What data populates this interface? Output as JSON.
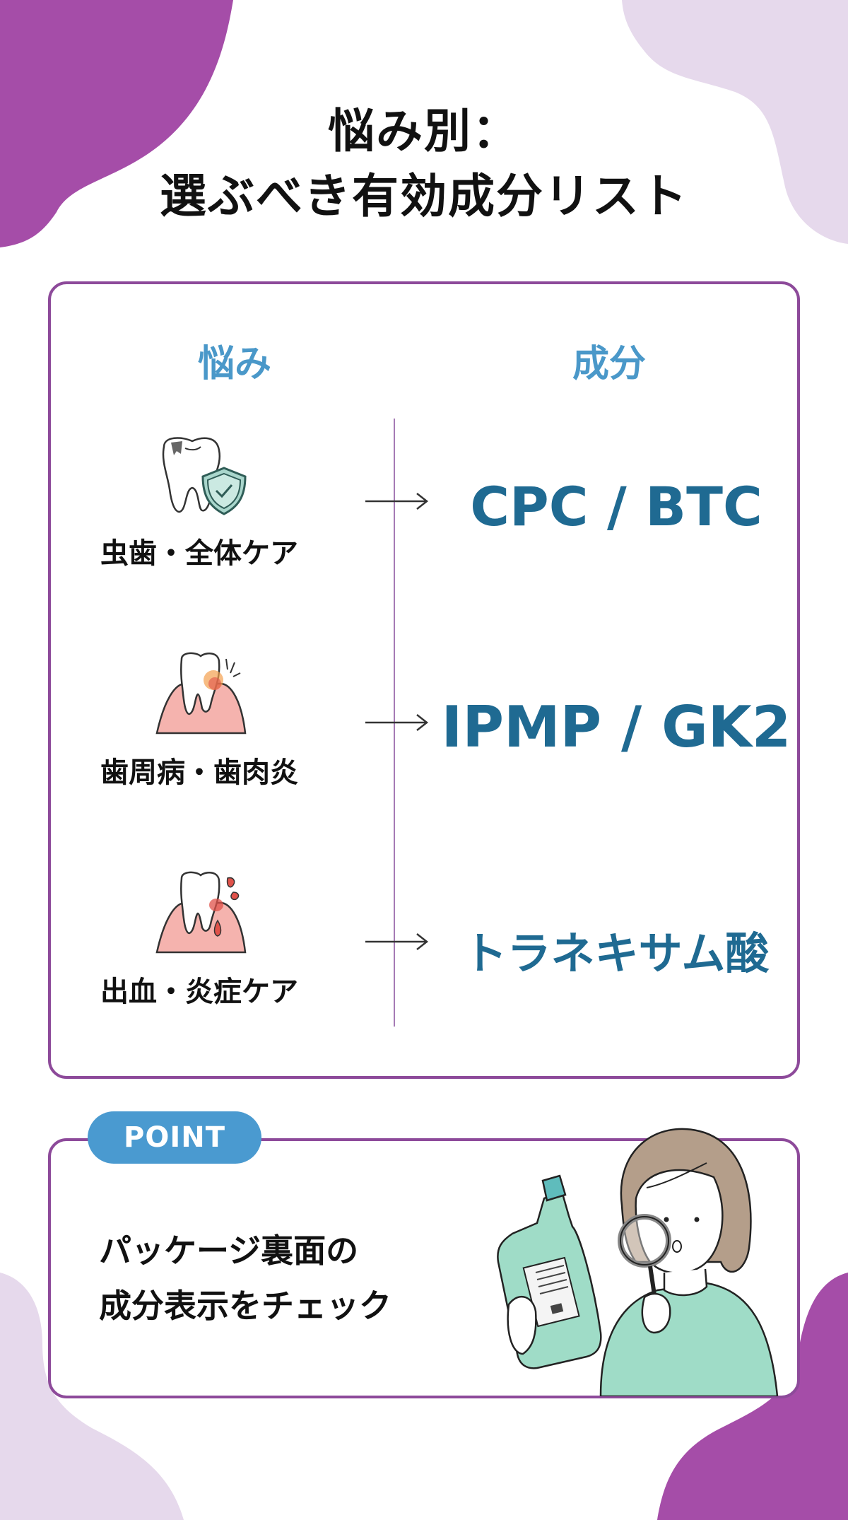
{
  "title": {
    "line1": "悩み別：",
    "line2": "選ぶべき有効成分リスト"
  },
  "table": {
    "header_concern": "悩み",
    "header_ingredient": "成分",
    "rows": [
      {
        "concern": "虫歯・全体ケア",
        "icon": "tooth-shield-icon",
        "ingredient": "CPC / BTC"
      },
      {
        "concern": "歯周病・歯肉炎",
        "icon": "inflamed-gum-tooth-icon",
        "ingredient": "IPMP / GK2"
      },
      {
        "concern": "出血・炎症ケア",
        "icon": "bleeding-gum-tooth-icon",
        "ingredient": "トラネキサム酸"
      }
    ]
  },
  "point": {
    "badge": "POINT",
    "line1": "パッケージ裏面の",
    "line2": "成分表示をチェック",
    "illustration": "woman-magnifying-glass-bottle"
  },
  "colors": {
    "accent_purple": "#8d4a9a",
    "blob_dark": "#a54da8",
    "blob_light": "#e6d9ec",
    "header_blue": "#4a98c9",
    "ingredient_blue": "#1f6a92",
    "badge_blue": "#4a9ad0"
  }
}
